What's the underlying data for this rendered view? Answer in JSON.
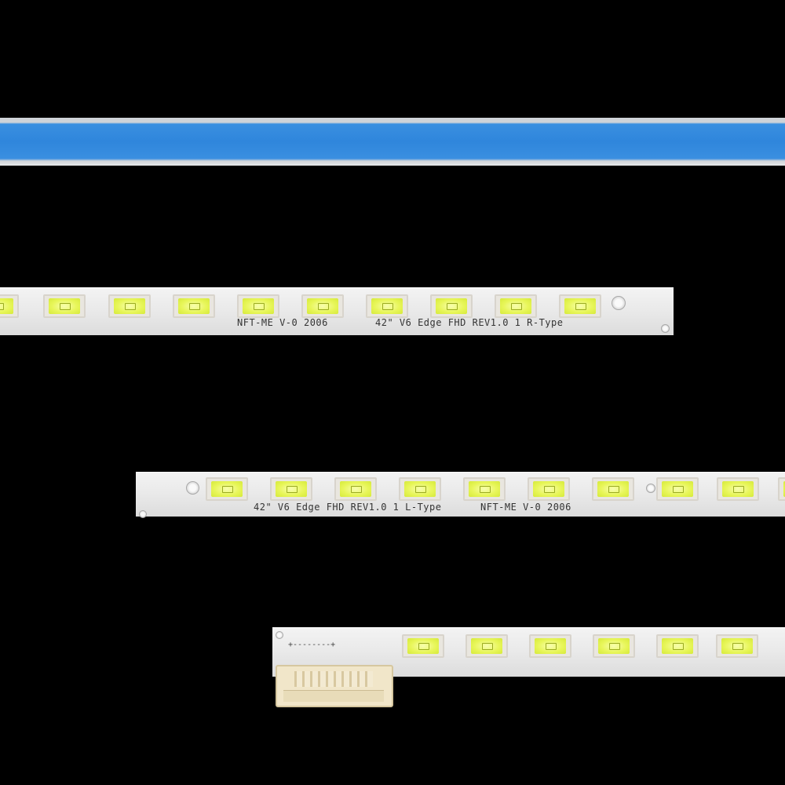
{
  "strip1_label_left": "NFT-ME V-0 2006",
  "strip1_label_right": "42\" V6 Edge FHD REV1.0 1 R-Type",
  "strip2_label_left": "42\" V6 Edge FHD REV1.0 1 L-Type",
  "strip2_label_right": "NFT-ME V-0 2006",
  "connector_marking": "+--------+",
  "colors": {
    "background": "#000000",
    "tape": "#2f86dc",
    "pcb": "#e9e9e9",
    "led": "#e8f65a"
  }
}
